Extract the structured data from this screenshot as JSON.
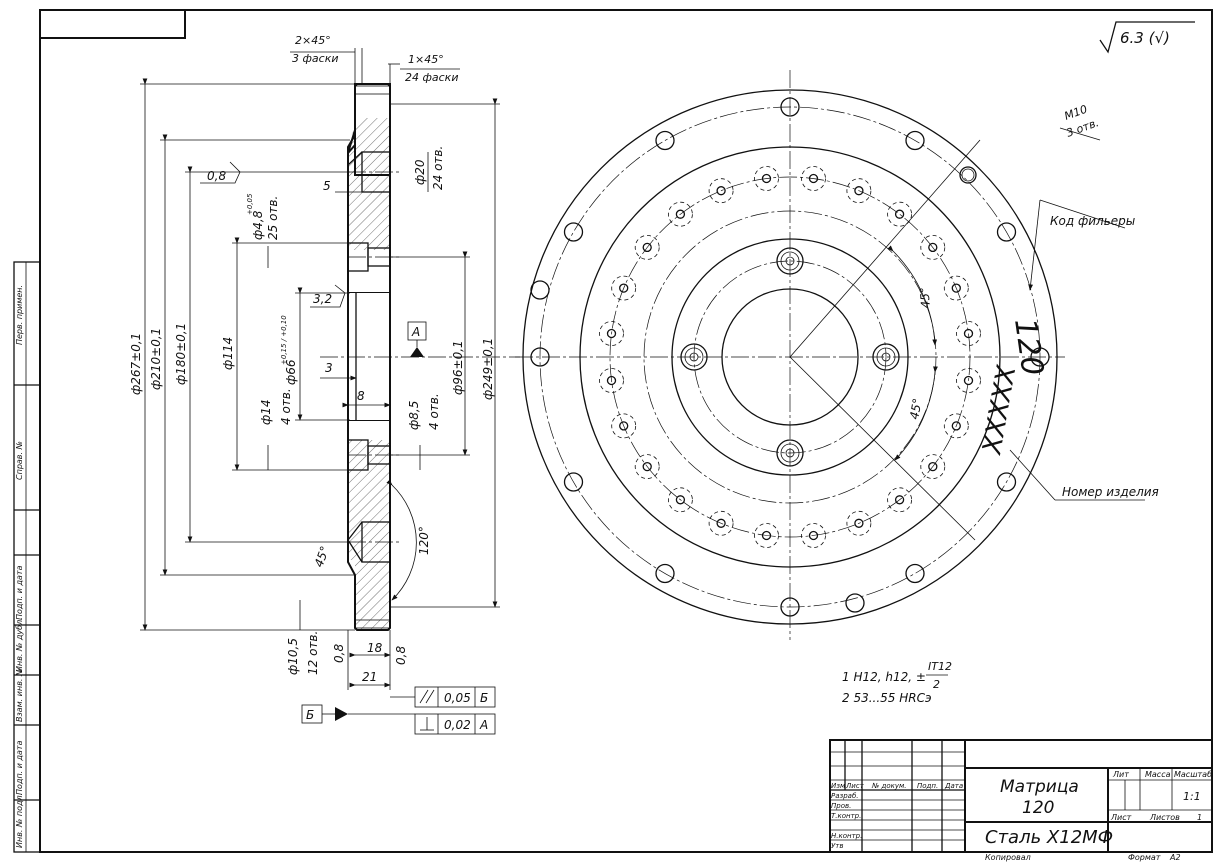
{
  "roughness": "6.3 (√)",
  "section_dims": {
    "chamfer_top": "2×45°",
    "chamfer_top_count": "3 фаски",
    "chamfer_right": "1×45°",
    "chamfer_right_count": "24 фаски",
    "d267": "ф267±0,1",
    "d210": "ф210±0,1",
    "d180": "ф180±0,1",
    "d114": "ф114",
    "d66": "ф66",
    "d66_tol": "+0,15 / +0,10",
    "d48": "ф4,8",
    "d48_tol": "+0,05",
    "d48_count": "25 отв.",
    "d14": "ф14",
    "d14_count": "4 отв.",
    "d85": "ф8,5",
    "d85_count": "4 отв.",
    "d20": "ф20",
    "d20_count": "24 отв.",
    "d96": "ф96±0,1",
    "d249": "ф249±0,1",
    "d105": "ф10,5",
    "d105_count": "12 отв.",
    "r08a": "0,8",
    "r32": "3,2",
    "r08b": "0,8",
    "r08c": "0,8",
    "dim5": "5",
    "dim3": "3",
    "dim8": "8",
    "dim18": "18",
    "dim21": "21",
    "angle45": "45°",
    "angle120": "120°",
    "datum_a": "А",
    "datum_b": "Б",
    "tol_parallel_value": "0,05",
    "tol_parallel_ref": "Б",
    "tol_perp_value": "0,02",
    "tol_perp_ref": "А"
  },
  "view_labels": {
    "m10": "М10",
    "m10_count": "3 отв.",
    "code_label": "Код фильеры",
    "code_value": "120",
    "product_label": "Номер изделия",
    "product_value": "XXXXX",
    "angle45a": "45°",
    "angle45b": "45°"
  },
  "notes": {
    "note1_prefix": "1 H12, h12, ±",
    "note1_num": "IT12",
    "note1_den": "2",
    "note2": "2 53...55 HRCэ"
  },
  "title_block": {
    "h_izm": "Изм",
    "h_list": "Лист",
    "h_doc": "№ докум.",
    "h_sign": "Подп.",
    "h_date": "Дата",
    "r_razrab": "Разраб.",
    "r_prov": "Пров.",
    "r_tkontr": "Т.контр.",
    "r_nkontr": "Н.контр.",
    "r_utv": "Утв",
    "name1": "Матрица",
    "name2": "120",
    "material": "Сталь Х12МФ",
    "lit": "Лит",
    "mass": "Масса",
    "scale_label": "Масштаб",
    "scale": "1:1",
    "sheet": "Лист",
    "sheets": "Листов",
    "sheets_value": "1",
    "copied": "Копировал",
    "format": "Формат",
    "format_value": "А2"
  },
  "side_stamp": {
    "perv_primen": "Перв. примен.",
    "sprav_no": "Справ. №",
    "podp_data1": "Подп. и дата",
    "inv_dubl": "Инв. № дубл.",
    "vzam_inv": "Взам. инв. №",
    "podp_data2": "Подп. и дата",
    "inv_podl": "Инв. № подл."
  }
}
